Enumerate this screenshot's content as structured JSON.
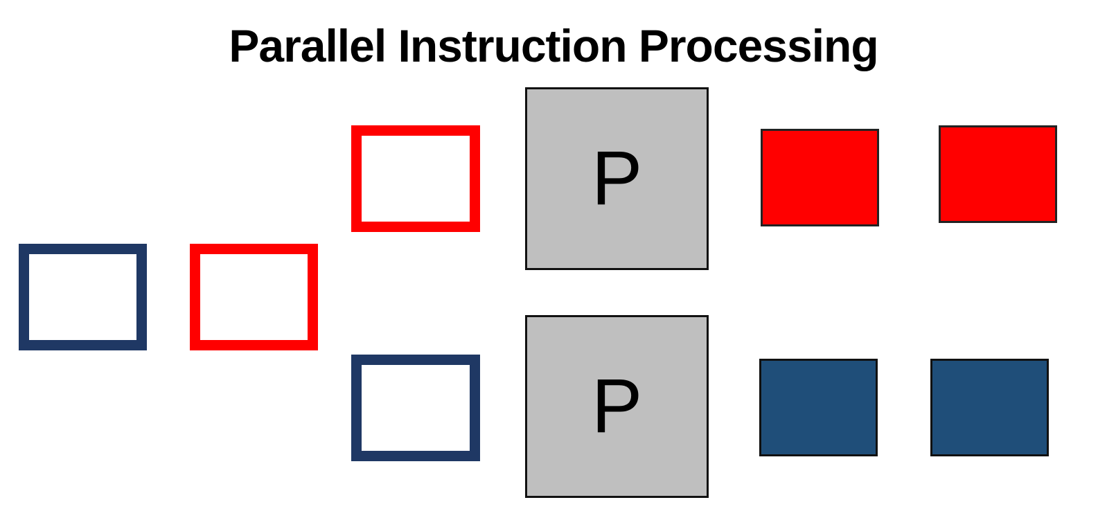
{
  "title": "Parallel Instruction Processing",
  "processors": [
    {
      "label": "P"
    },
    {
      "label": "P"
    }
  ],
  "colors": {
    "red": "#ff0000",
    "navy": "#1f3864",
    "blue": "#1f4e79",
    "processor_fill": "#bfbfbf"
  }
}
